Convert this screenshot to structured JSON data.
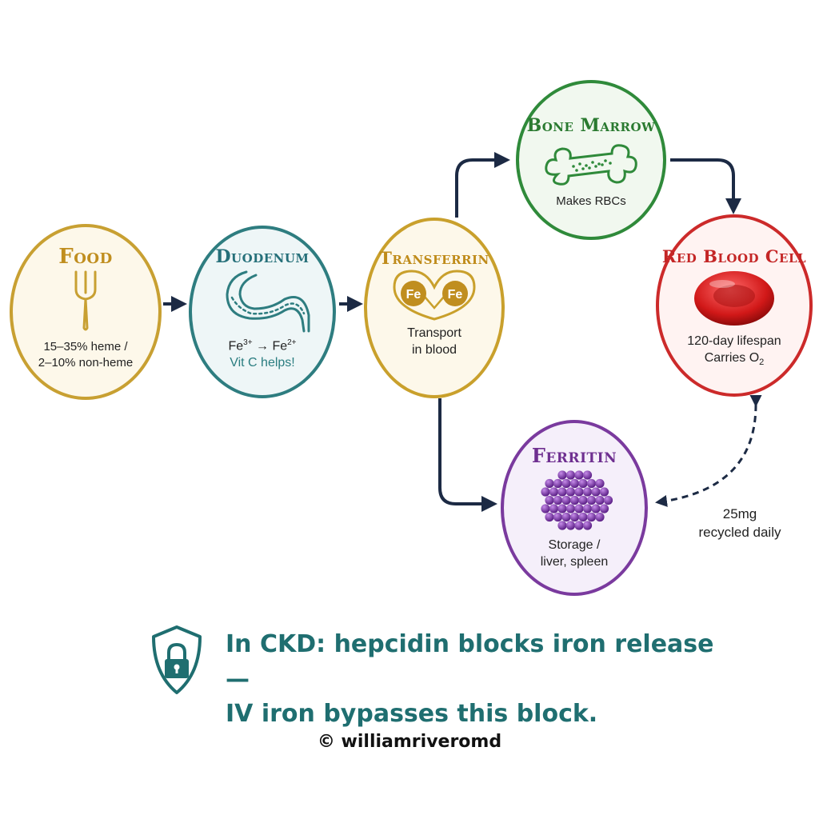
{
  "nodes": {
    "food": {
      "title": "Food",
      "line1": "15–35% heme /",
      "line2": "2–10% non-heme"
    },
    "duodenum": {
      "title": "Duodenum",
      "line1_a": "Fe",
      "line1_a_sup": "3+",
      "line1_arrow": " → Fe",
      "line1_b_sup": "2+",
      "line2": "Vit C helps!"
    },
    "transferrin": {
      "title": "Transferrin",
      "badge_left": "Fe",
      "badge_right": "Fe",
      "line1": "Transport",
      "line2": "in blood"
    },
    "bone_marrow": {
      "title": "Bone Marrow",
      "line1": "Makes RBCs"
    },
    "red_blood_cell": {
      "title": "Red Blood Cell",
      "line1": "120-day lifespan",
      "line2_main": "Carries O",
      "line2_sub": "2"
    },
    "ferritin": {
      "title": "Ferritin",
      "line1": "Storage /",
      "line2": "liver, spleen"
    }
  },
  "recycle": {
    "line1": "25mg",
    "line2": "recycled daily"
  },
  "callout": {
    "line1": "In CKD: hepcidin blocks iron release —",
    "line2": "IV iron bypasses this block."
  },
  "credit": "© williamriveromd",
  "colors": {
    "food": "#c8a032",
    "duodenum": "#2e7d80",
    "transferrin": "#c9a02c",
    "bone_marrow": "#2f8a3a",
    "red_blood_cell": "#cc2a2a",
    "ferritin": "#7a3a9e",
    "arrow": "#1c2a44",
    "callout": "#1f6e70"
  },
  "icons": {
    "food": "fork-icon",
    "duodenum": "intestine-icon",
    "transferrin": "iron-binding-icon",
    "bone_marrow": "bone-icon",
    "red_blood_cell": "red-blood-cell-icon",
    "ferritin": "ferritin-cluster-icon",
    "callout": "shield-lock-icon"
  }
}
